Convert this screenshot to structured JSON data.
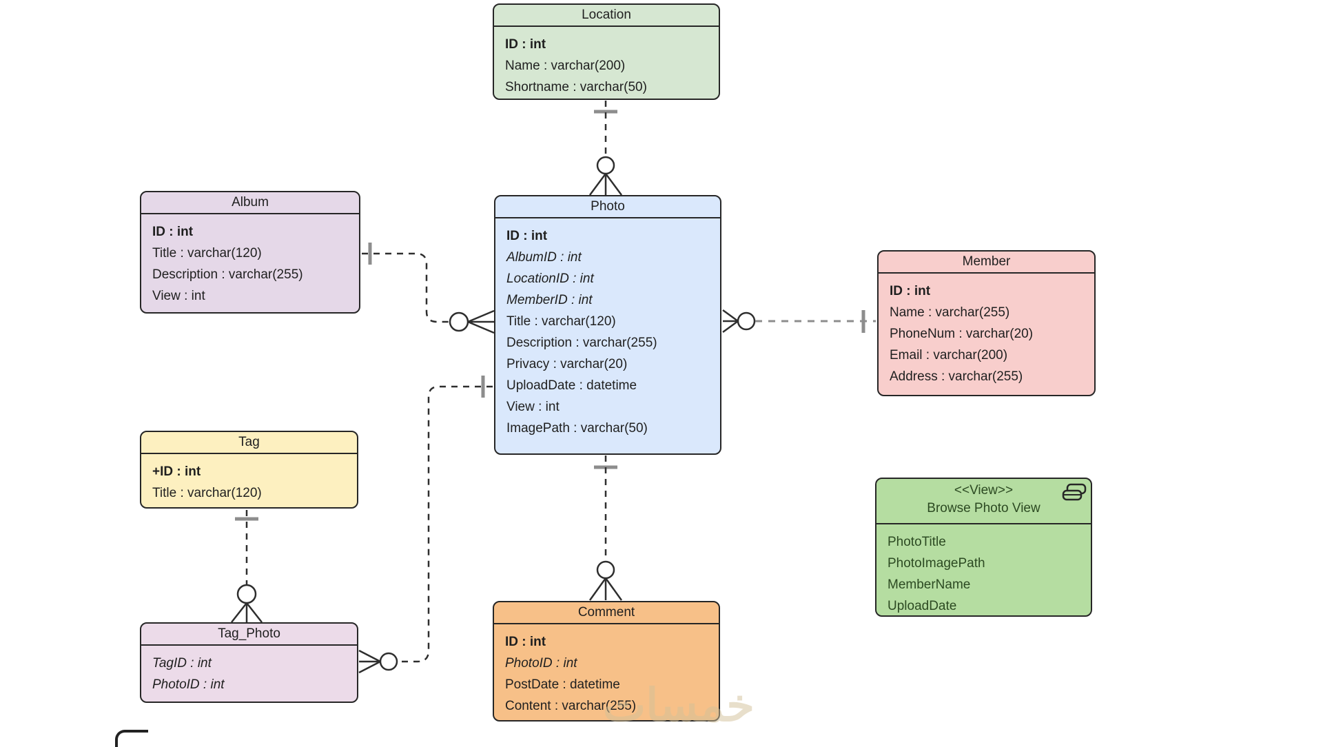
{
  "entities": {
    "location": {
      "name": "Location",
      "fill": "#d6e7d2",
      "attributes": [
        {
          "text": "ID : int",
          "emphasis": "bold"
        },
        {
          "text": "Name : varchar(200)",
          "emphasis": "normal"
        },
        {
          "text": "Shortname : varchar(50)",
          "emphasis": "normal"
        }
      ]
    },
    "album": {
      "name": "Album",
      "fill": "#e5d8e8",
      "attributes": [
        {
          "text": "ID : int",
          "emphasis": "bold"
        },
        {
          "text": "Title : varchar(120)",
          "emphasis": "normal"
        },
        {
          "text": "Description : varchar(255)",
          "emphasis": "normal"
        },
        {
          "text": "View : int",
          "emphasis": "normal"
        }
      ]
    },
    "photo": {
      "name": "Photo",
      "fill": "#dae8fc",
      "attributes": [
        {
          "text": "ID : int",
          "emphasis": "bold"
        },
        {
          "text": "AlbumID : int",
          "emphasis": "italic"
        },
        {
          "text": "LocationID : int",
          "emphasis": "italic"
        },
        {
          "text": "MemberID : int",
          "emphasis": "italic"
        },
        {
          "text": "Title : varchar(120)",
          "emphasis": "normal"
        },
        {
          "text": "Description : varchar(255)",
          "emphasis": "normal"
        },
        {
          "text": "Privacy : varchar(20)",
          "emphasis": "normal"
        },
        {
          "text": "UploadDate : datetime",
          "emphasis": "normal"
        },
        {
          "text": "View : int",
          "emphasis": "normal"
        },
        {
          "text": "ImagePath : varchar(50)",
          "emphasis": "normal"
        }
      ]
    },
    "member": {
      "name": "Member",
      "fill": "#f8cecc",
      "attributes": [
        {
          "text": "ID : int",
          "emphasis": "bold"
        },
        {
          "text": "Name : varchar(255)",
          "emphasis": "normal"
        },
        {
          "text": "PhoneNum : varchar(20)",
          "emphasis": "normal"
        },
        {
          "text": "Email : varchar(200)",
          "emphasis": "normal"
        },
        {
          "text": "Address : varchar(255)",
          "emphasis": "normal"
        }
      ]
    },
    "tag": {
      "name": "Tag",
      "fill": "#fdf0c0",
      "attributes": [
        {
          "text": "+ID : int",
          "emphasis": "bold"
        },
        {
          "text": "Title : varchar(120)",
          "emphasis": "normal"
        }
      ]
    },
    "tag_photo": {
      "name": "Tag_Photo",
      "fill": "#ecdbe9",
      "attributes": [
        {
          "text": "TagID : int",
          "emphasis": "italic"
        },
        {
          "text": "PhotoID : int",
          "emphasis": "italic"
        }
      ]
    },
    "comment": {
      "name": "Comment",
      "fill": "#f7c088",
      "attributes": [
        {
          "text": "ID : int",
          "emphasis": "bold"
        },
        {
          "text": "PhotoID : int",
          "emphasis": "italic"
        },
        {
          "text": "PostDate : datetime",
          "emphasis": "normal"
        },
        {
          "text": "Content : varchar(255)",
          "emphasis": "normal"
        }
      ]
    },
    "browse_photo_view": {
      "stereotype": "<<View>>",
      "name": "Browse Photo View",
      "fill": "#b5dda1",
      "text_color": "#2c4a22",
      "attributes": [
        {
          "text": "PhotoTitle",
          "emphasis": "normal"
        },
        {
          "text": "PhotoImagePath",
          "emphasis": "normal"
        },
        {
          "text": "MemberName",
          "emphasis": "normal"
        },
        {
          "text": "UploadDate",
          "emphasis": "normal"
        }
      ]
    }
  },
  "relationships": [
    {
      "from": "Location",
      "to": "Photo",
      "from_end": "one",
      "to_end": "zero-or-many",
      "line": "dashed"
    },
    {
      "from": "Album",
      "to": "Photo",
      "from_end": "one",
      "to_end": "zero-or-many",
      "line": "dashed"
    },
    {
      "from": "Member",
      "to": "Photo",
      "from_end": "one",
      "to_end": "zero-or-many",
      "line": "dashed"
    },
    {
      "from": "Photo",
      "to": "Tag_Photo",
      "from_end": "one",
      "to_end": "zero-or-many",
      "line": "dashed"
    },
    {
      "from": "Tag",
      "to": "Tag_Photo",
      "from_end": "one",
      "to_end": "zero-or-many",
      "line": "dashed"
    },
    {
      "from": "Photo",
      "to": "Comment",
      "from_end": "one",
      "to_end": "zero-or-many",
      "line": "dashed"
    }
  ],
  "icons": {
    "browse_photo_view_badge": "stacked-table-icon"
  },
  "watermark": {
    "text": "خمسات",
    "color": "#d3c099"
  },
  "colors": {
    "background": "#ffffff",
    "entity_border": "#262626",
    "connector": "#2e2e2e",
    "connector_gray": "#8d8d8d",
    "cardinality_tick": "#8d8d8d"
  }
}
